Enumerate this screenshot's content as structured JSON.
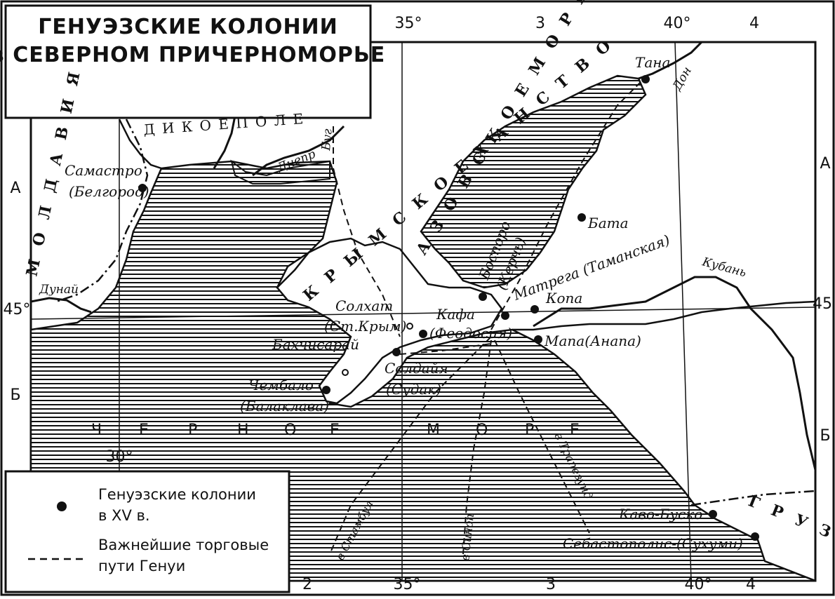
{
  "title": {
    "line1": "ГЕНУЭЗСКИЕ КОЛОНИИ",
    "line2": "в СЕВЕРНОМ ПРИЧЕРНОМОРЬЕ"
  },
  "grid": {
    "top": [
      "35°",
      "3",
      "40°",
      "4"
    ],
    "bottom": [
      "2",
      "35°",
      "3",
      "40°",
      "4"
    ],
    "left": [
      "А",
      "45°",
      "Б"
    ],
    "right": [
      "А",
      "45",
      "Б"
    ],
    "inner": [
      "30°"
    ]
  },
  "regions": {
    "moldavia": "М О Л Д А В И Я",
    "dikoe_pole": "Д И К О Е   П О Л Е",
    "crimean_khanate": "К Р Ы М С К О Е   Х А Н С Т В О",
    "azov_sea": "А З О В С К О Е   М О Р Е",
    "black_sea": [
      "Ч",
      "Е",
      "Р",
      "Н",
      "О",
      "Е",
      "М",
      "О",
      "Р",
      "Е"
    ],
    "georgia": "Г Р У З И Я"
  },
  "rivers": {
    "dniepr": "Днепр",
    "bug": "Буг",
    "dunai": "Дунай",
    "don": "Дон",
    "kuban": "Кубань"
  },
  "cities": [
    {
      "id": "tana",
      "name": "Тана",
      "colony": true
    },
    {
      "id": "samastro",
      "name": "Самастро",
      "sub": "(Белгород)",
      "colony": true
    },
    {
      "id": "bata",
      "name": "Бата",
      "colony": true
    },
    {
      "id": "bosporo",
      "name": "Боспоро",
      "sub": "(Керчь)",
      "colony": true
    },
    {
      "id": "matrega",
      "name": "Матрега (Таманская)",
      "colony": true
    },
    {
      "id": "kopa",
      "name": "Копа",
      "colony": true
    },
    {
      "id": "kafa",
      "name": "Кафа",
      "sub": "(Феодосия)",
      "colony": true
    },
    {
      "id": "solkhat",
      "name": "Солхат",
      "sub": "(Ст.Крым)",
      "colony": false
    },
    {
      "id": "mapa",
      "name": "Мапа(Анапа)",
      "colony": true
    },
    {
      "id": "bakhchisaray",
      "name": "Бахчисарай",
      "colony": false
    },
    {
      "id": "soldaya",
      "name": "Солдайя",
      "sub": "(Судак)",
      "colony": true
    },
    {
      "id": "chembalo",
      "name": "Чембало",
      "sub": "(Балаклава)",
      "colony": true
    },
    {
      "id": "kavo_busko",
      "name": "Каво-Буско",
      "colony": true
    },
    {
      "id": "sebastopolis",
      "name": "Себастополис-(Сухуми)",
      "colony": true
    }
  ],
  "routes": {
    "istanbul": "в Стамбул",
    "sinop": "в Синоп",
    "trapezund": "в Трапезунд"
  },
  "legend": {
    "colonies_line1": "Генуэзские колонии",
    "colonies_line2": "в XV в.",
    "routes_line1": "Важнейшие торговые",
    "routes_line2": "пути Генуи"
  },
  "colors": {
    "ink": "#111111",
    "paper": "#ffffff"
  }
}
